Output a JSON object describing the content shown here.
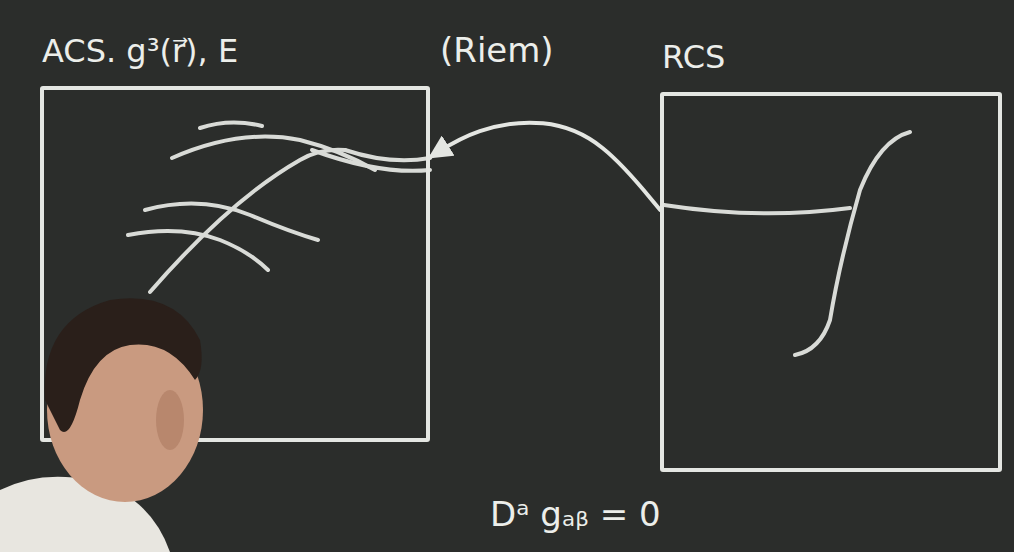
{
  "diagram": {
    "nodes": [
      {
        "text": [
          "ACS. g³(r⃗), E"
        ]
      },
      {
        "text": [
          "RCS"
        ]
      }
    ],
    "edges": [
      {
        "from": 1,
        "to": 0,
        "arrow": "to"
      }
    ],
    "labels": [
      "(Riem)",
      "Dᵃ gₐᵦ = 0"
    ]
  }
}
